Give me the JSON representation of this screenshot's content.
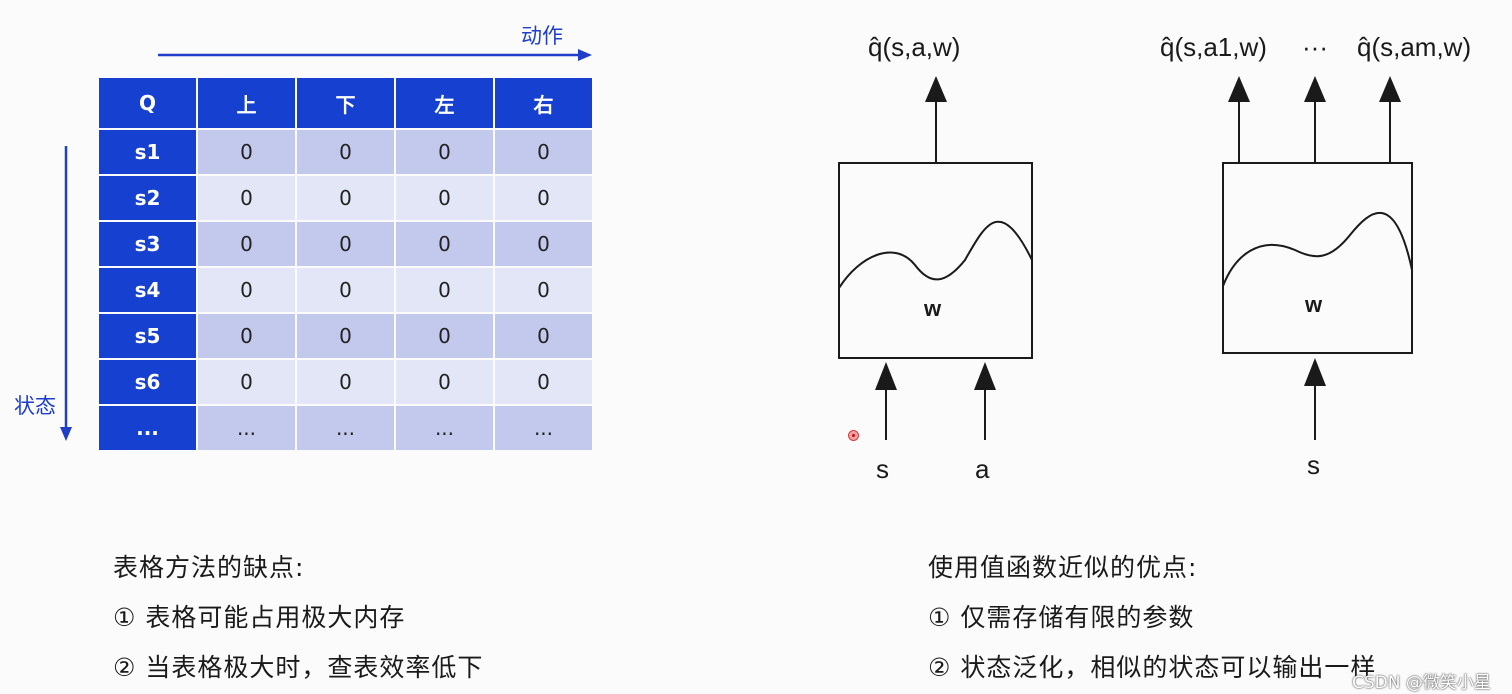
{
  "table": {
    "header": [
      "Q",
      "上",
      "下",
      "左",
      "右"
    ],
    "rows": [
      {
        "state": "s1",
        "values": [
          "0",
          "0",
          "0",
          "0"
        ]
      },
      {
        "state": "s2",
        "values": [
          "0",
          "0",
          "0",
          "0"
        ]
      },
      {
        "state": "s3",
        "values": [
          "0",
          "0",
          "0",
          "0"
        ]
      },
      {
        "state": "s4",
        "values": [
          "0",
          "0",
          "0",
          "0"
        ]
      },
      {
        "state": "s5",
        "values": [
          "0",
          "0",
          "0",
          "0"
        ]
      },
      {
        "state": "s6",
        "values": [
          "0",
          "0",
          "0",
          "0"
        ]
      },
      {
        "state": "...",
        "values": [
          "...",
          "...",
          "...",
          "..."
        ]
      }
    ],
    "action_label": "动作",
    "state_label": "状态",
    "colors": {
      "header": "#1640d0",
      "odd_row": "#c3c9ec",
      "even_row": "#e3e6f6",
      "axis": "#1f3fc8"
    }
  },
  "diagram_left": {
    "output_label": "q̂(s,a,w)",
    "weight_label": "w",
    "inputs": [
      "s",
      "a"
    ]
  },
  "diagram_right": {
    "outputs": [
      "q̂(s,a1,w)",
      "···",
      "q̂(s,am,w)"
    ],
    "weight_label": "w",
    "inputs": [
      "s"
    ]
  },
  "captions": {
    "table_title": "表格方法的缺点:",
    "table_point1": "① 表格可能占用极大内存",
    "table_point2": "② 当表格极大时，查表效率低下",
    "approx_title": "使用值函数近似的优点:",
    "approx_point1": "① 仅需存储有限的参数",
    "approx_point2": "② 状态泛化，相似的状态可以输出一样"
  },
  "watermark": "CSDN @微笑小星"
}
